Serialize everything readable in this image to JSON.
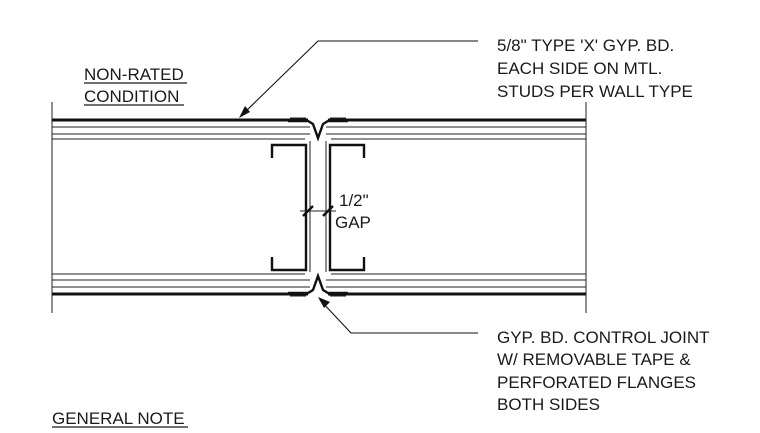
{
  "labels": {
    "non_rated_line1": "NON-RATED",
    "non_rated_line2": "CONDITION",
    "top_note_line1": "5/8\" TYPE 'X' GYP. BD.",
    "top_note_line2": "EACH SIDE ON MTL.",
    "top_note_line3": "STUDS PER WALL TYPE",
    "gap_line1": "1/2\"",
    "gap_line2": "GAP",
    "joint_note_line1": "GYP. BD. CONTROL JOINT",
    "joint_note_line2": "W/ REMOVABLE TAPE &",
    "joint_note_line3": "PERFORATED FLANGES",
    "joint_note_line4": "BOTH SIDES",
    "general_note": "GENERAL NOTE"
  },
  "colors": {
    "line": "#111111",
    "background": "#ffffff"
  }
}
